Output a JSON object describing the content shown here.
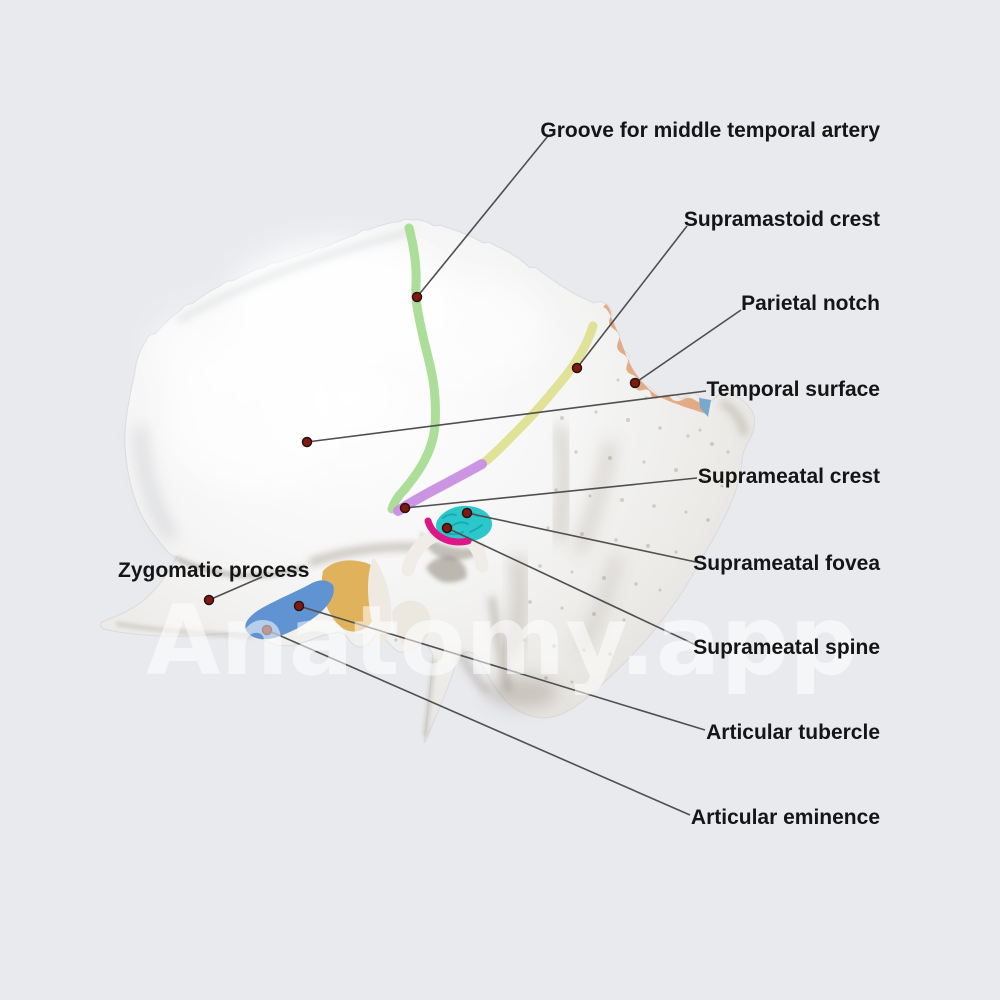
{
  "watermark": "Anatomy.app",
  "illustration": {
    "alt": "3D lateral view of a temporal bone with colored structure highlights",
    "highlight_colors": {
      "groove_for_middle_temporal_artery_line": "#a6db90",
      "supramastoid_crest_line": "#dcdf8e",
      "suprameatal_crest_line": "#c98fe2",
      "suprameatal_fovea_patch": "#2bc7ca",
      "suprameatal_spine_arc": "#dd1787",
      "temporal_surface_border_band": "#e1a87e",
      "parietal_notch_wedge": "#78a9cd",
      "gold_patch": "#e0b25c",
      "articular_patch_blue": "#5f93d2",
      "anchor_dot": "#7f1a13",
      "leader_line": "#4f4f4f",
      "label_text": "#151515",
      "background": "#e9eaee"
    }
  },
  "callouts": [
    {
      "id": "groove-middle-temporal-artery",
      "label": "Groove for middle temporal artery"
    },
    {
      "id": "supramastoid-crest",
      "label": "Supramastoid crest"
    },
    {
      "id": "parietal-notch",
      "label": "Parietal notch"
    },
    {
      "id": "temporal-surface",
      "label": "Temporal surface"
    },
    {
      "id": "suprameatal-crest",
      "label": "Suprameatal crest"
    },
    {
      "id": "suprameatal-fovea",
      "label": "Suprameatal fovea"
    },
    {
      "id": "suprameatal-spine",
      "label": "Suprameatal spine"
    },
    {
      "id": "articular-tubercle",
      "label": "Articular tubercle"
    },
    {
      "id": "articular-eminence",
      "label": "Articular eminence"
    },
    {
      "id": "zygomatic-process",
      "label": "Zygomatic process"
    }
  ]
}
